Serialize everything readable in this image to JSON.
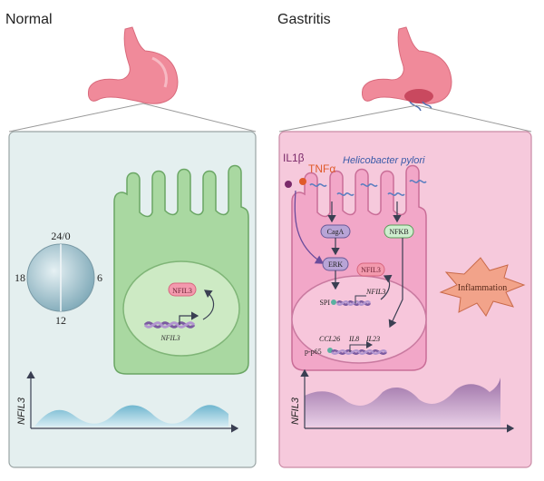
{
  "panels": {
    "normal": {
      "title": "Normal",
      "clock": {
        "top": "24/0",
        "right": "6",
        "bottom": "12",
        "left": "18"
      },
      "protein_label": "NFIL3",
      "gene_label": "NFIL3",
      "graph_ylabel": "NFIL3"
    },
    "gastritis": {
      "title": "Gastritis",
      "cytokine_il1b": "IL1β",
      "cytokine_tnfa": "TNFα",
      "pathogen": "Helicobacter pylori",
      "cagA": "CagA",
      "erk": "ERK",
      "nfkb": "NFKB",
      "nfil3_protein": "NFIL3",
      "spi": "SPI",
      "nfil3_gene": "NFIL3",
      "genes": [
        "CCL26",
        "IL8",
        "IL23"
      ],
      "p65": "p-p65",
      "inflammation": "Inflammation",
      "graph_ylabel": "NFIL3"
    }
  },
  "colors": {
    "normal_bg": "#e4efef",
    "gastritis_bg": "#f6c9dc",
    "stomach": "#f08a9a",
    "normal_cell": "#a9d8a1",
    "gastritis_cell": "#f2a7c8",
    "burst": "#f2a38a"
  }
}
